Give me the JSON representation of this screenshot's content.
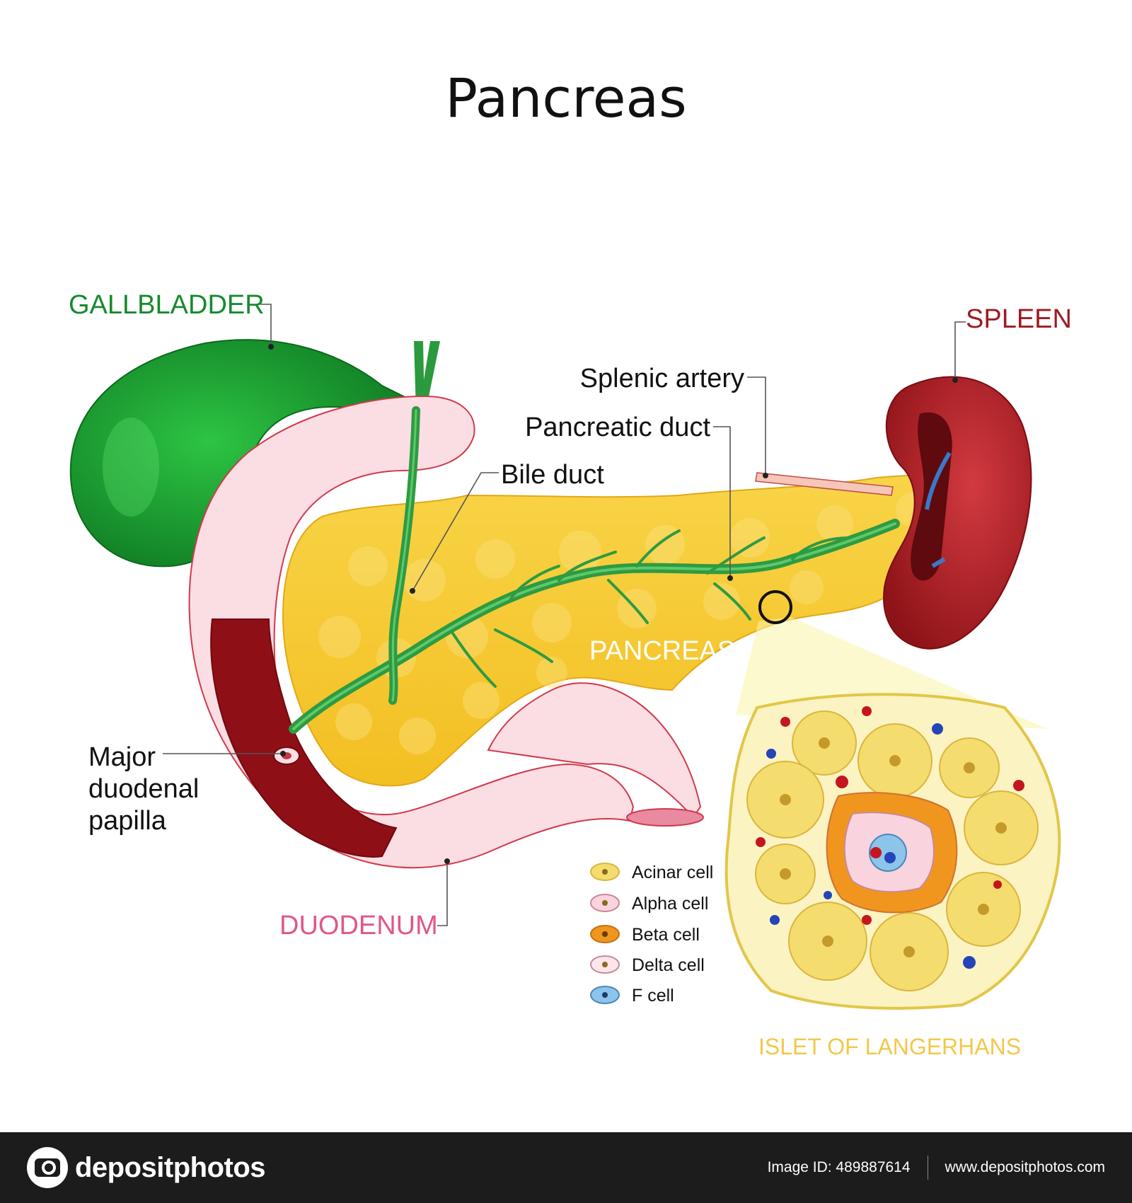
{
  "title": "Pancreas",
  "labels": {
    "gallbladder": "GALLBLADDER",
    "spleen": "SPLEEN",
    "splenic_artery": "Splenic artery",
    "pancreatic_duct": "Pancreatic duct",
    "bile_duct": "Bile duct",
    "pancreas": "PANCREAS",
    "papilla": [
      "Major",
      "duodenal",
      "papilla"
    ],
    "duodenum": "DUODENUM",
    "islet": "ISLET OF LANGERHANS"
  },
  "legend": [
    {
      "label": "Acinar  cell",
      "color": "#f5dc6e"
    },
    {
      "label": "Alpha cell",
      "color": "#f9d3de"
    },
    {
      "label": "Beta cell",
      "color": "#f0961e"
    },
    {
      "label": "Delta cell",
      "color": "#fbe6ec"
    },
    {
      "label": "F cell",
      "color": "#8cc4ea"
    }
  ],
  "colors": {
    "gallbladder": "#22a83a",
    "pancreas": "#f7cf3b",
    "duodenum": "#fbdde4",
    "spleen": "#b8282f",
    "duct": "#3aa04a"
  },
  "footer": {
    "brand": "depositphotos",
    "image_id": "Image ID: 489887614",
    "url": "www.depositphotos.com"
  }
}
